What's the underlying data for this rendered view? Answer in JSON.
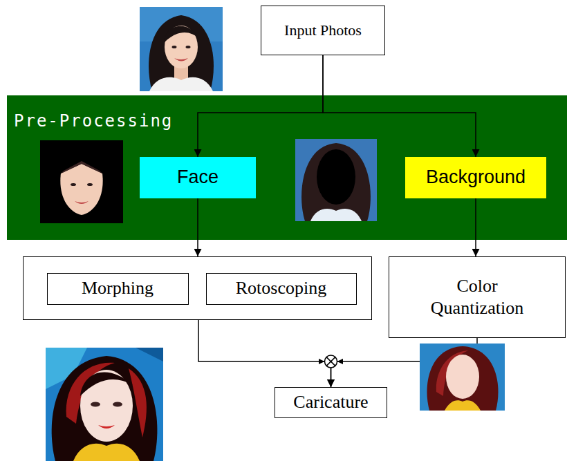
{
  "diagram": {
    "nodes": [
      {
        "text": [
          "Input Photos"
        ]
      },
      {
        "text": [
          "Pre-Processing"
        ]
      },
      {
        "text": [
          "Face"
        ],
        "in": 1
      },
      {
        "text": [
          "Background"
        ],
        "in": 1
      },
      {
        "text": []
      },
      {
        "text": [
          "Morphing"
        ],
        "in": 4
      },
      {
        "text": [
          "Rotoscoping"
        ],
        "in": 4
      },
      {
        "text": [
          "Color Quantization"
        ]
      },
      {
        "text": [
          "Caricature"
        ]
      }
    ],
    "edges": [
      {
        "from": 0,
        "to": 2,
        "arrow": "to"
      },
      {
        "from": 0,
        "to": 3,
        "arrow": "to"
      },
      {
        "from": 2,
        "to": 4,
        "arrow": "to"
      },
      {
        "from": 3,
        "to": 7,
        "arrow": "to"
      },
      {
        "from": 4,
        "to": 8,
        "arrow": "to"
      },
      {
        "from": 7,
        "to": 8,
        "arrow": "to"
      }
    ]
  }
}
